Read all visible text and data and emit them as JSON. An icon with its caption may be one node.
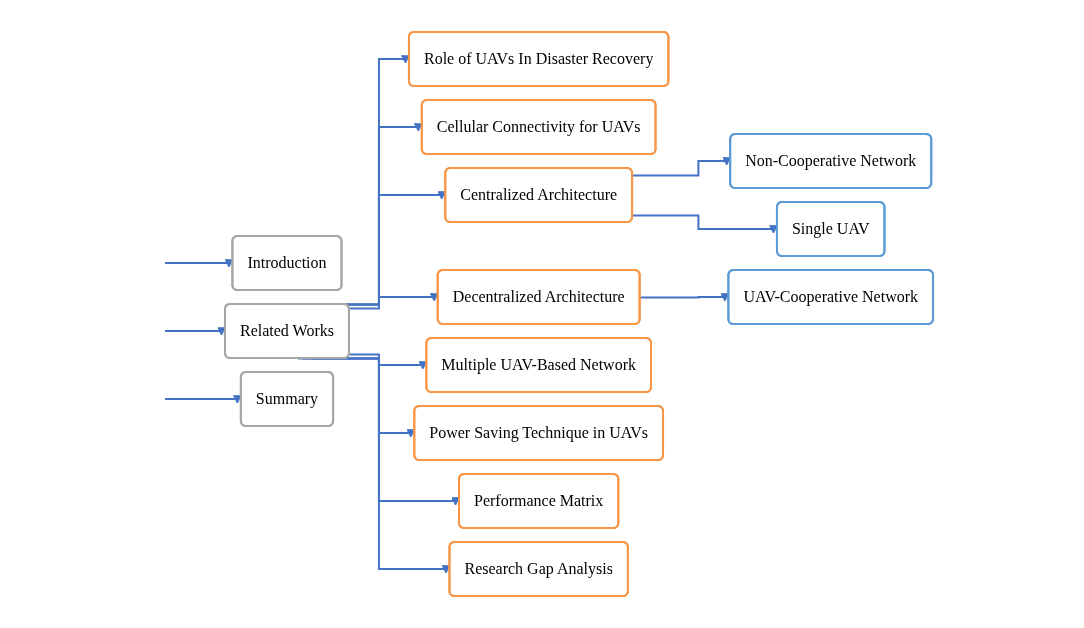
{
  "diagram": {
    "nodes": [
      {
        "text": [
          "Introduction"
        ]
      },
      {
        "text": [
          "Related Works"
        ]
      },
      {
        "text": [
          "Summary"
        ]
      },
      {
        "text": [
          "Role of UAVs In Disaster Recovery"
        ]
      },
      {
        "text": [
          "Cellular Connectivity for UAVs"
        ]
      },
      {
        "text": [
          "Centralized Architecture"
        ]
      },
      {
        "text": [
          "Decentralized Architecture"
        ]
      },
      {
        "text": [
          "Multiple UAV-Based Network"
        ]
      },
      {
        "text": [
          "Power Saving Technique in UAVs"
        ]
      },
      {
        "text": [
          "Performance Matrix"
        ]
      },
      {
        "text": [
          "Research Gap Analysis"
        ]
      },
      {
        "text": [
          "Non-Cooperative Network"
        ]
      },
      {
        "text": [
          "Single UAV"
        ]
      },
      {
        "text": [
          "UAV-Cooperative Network"
        ]
      }
    ],
    "edges": [
      {
        "from": null,
        "to": 0,
        "arrow": "to"
      },
      {
        "from": null,
        "to": 1,
        "arrow": "to"
      },
      {
        "from": null,
        "to": 2,
        "arrow": "to"
      },
      {
        "from": 1,
        "to": 3,
        "arrow": "to"
      },
      {
        "from": 1,
        "to": 4,
        "arrow": "to"
      },
      {
        "from": 1,
        "to": 5,
        "arrow": "to"
      },
      {
        "from": 1,
        "to": 6,
        "arrow": "to"
      },
      {
        "from": 1,
        "to": 7,
        "arrow": "to"
      },
      {
        "from": 1,
        "to": 8,
        "arrow": "to"
      },
      {
        "from": 1,
        "to": 9,
        "arrow": "to"
      },
      {
        "from": 1,
        "to": 10,
        "arrow": "to"
      },
      {
        "from": 5,
        "to": 11,
        "arrow": "to"
      },
      {
        "from": 5,
        "to": 12,
        "arrow": "to"
      },
      {
        "from": 6,
        "to": 13,
        "arrow": "to"
      }
    ]
  }
}
